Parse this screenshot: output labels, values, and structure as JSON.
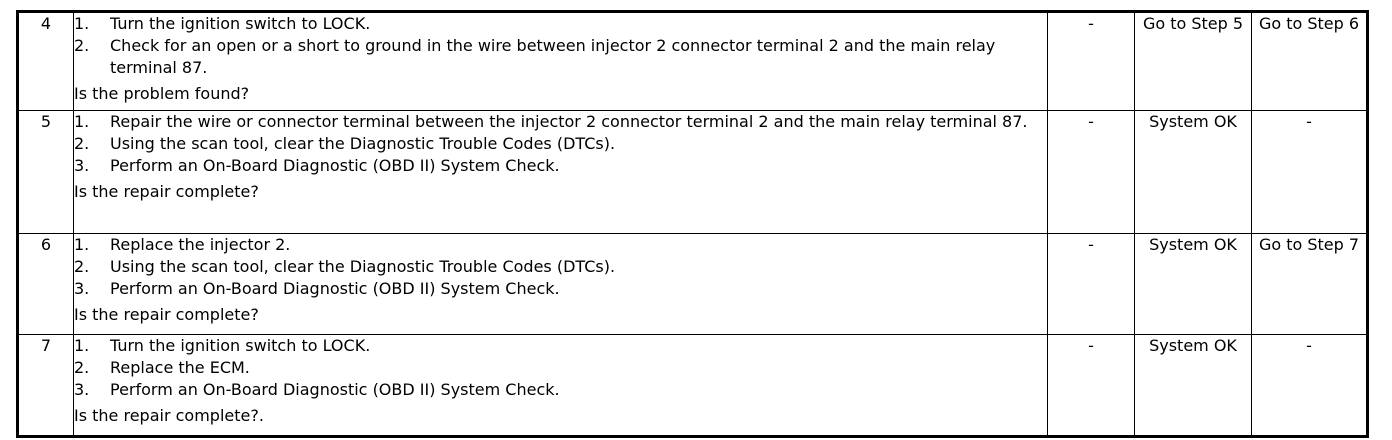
{
  "rows": [
    {
      "step": "4",
      "items": [
        "Turn the ignition switch to LOCK.",
        "Check for an open or a short to ground in the wire between injector 2 connector terminal 2 and the main relay terminal 87."
      ],
      "question": "Is the problem found?",
      "value": "-",
      "yes": "Go to Step 5",
      "no": "Go to Step 6"
    },
    {
      "step": "5",
      "items": [
        "Repair the wire or connector terminal between the injector 2 connector terminal 2 and the main relay terminal 87.",
        "Using the scan tool, clear the Diagnostic Trouble Codes (DTCs).",
        "Perform an On-Board Diagnostic (OBD II) System Check."
      ],
      "question": "Is the repair complete?",
      "value": "-",
      "yes": "System OK",
      "no": "-"
    },
    {
      "step": "6",
      "items": [
        "Replace the injector 2.",
        "Using the scan tool, clear the Diagnostic Trouble Codes (DTCs).",
        "Perform an On-Board Diagnostic (OBD II) System Check."
      ],
      "question": "Is the repair complete?",
      "value": "-",
      "yes": "System OK",
      "no": "Go to Step 7"
    },
    {
      "step": "7",
      "items": [
        "Turn the ignition switch to LOCK.",
        "Replace the ECM.",
        "Perform an On-Board Diagnostic (OBD II) System Check."
      ],
      "question": "Is the repair complete?.",
      "value": "-",
      "yes": "System OK",
      "no": "-"
    }
  ]
}
